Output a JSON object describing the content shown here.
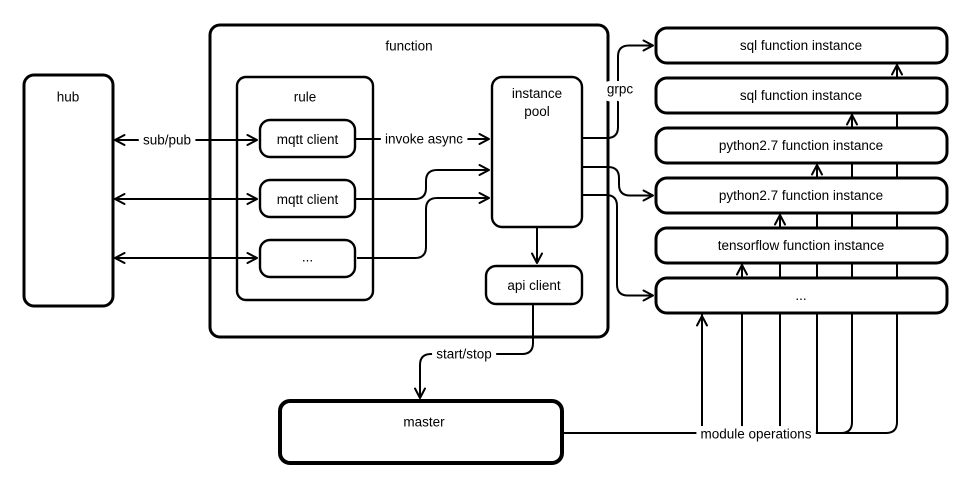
{
  "nodes": {
    "hub": {
      "label": "hub"
    },
    "function_container": {
      "label": "function"
    },
    "rule": {
      "label": "rule"
    },
    "mqtt_clients": [
      "mqtt client",
      "mqtt client",
      "..."
    ],
    "instance_pool": {
      "label": "instance pool"
    },
    "api_client": {
      "label": "api client"
    },
    "master": {
      "label": "master"
    }
  },
  "instances": [
    "sql function instance",
    "sql function instance",
    "python2.7 function instance",
    "python2.7 function instance",
    "tensorflow function instance",
    "..."
  ],
  "edge_labels": {
    "sub_pub": "sub/pub",
    "invoke_async": "invoke async",
    "grpc": "grpc",
    "start_stop": "start/stop",
    "module_operations": "module operations"
  },
  "colors": {
    "stroke": "#000000",
    "fill": "#ffffff",
    "background": "#ffffff"
  }
}
